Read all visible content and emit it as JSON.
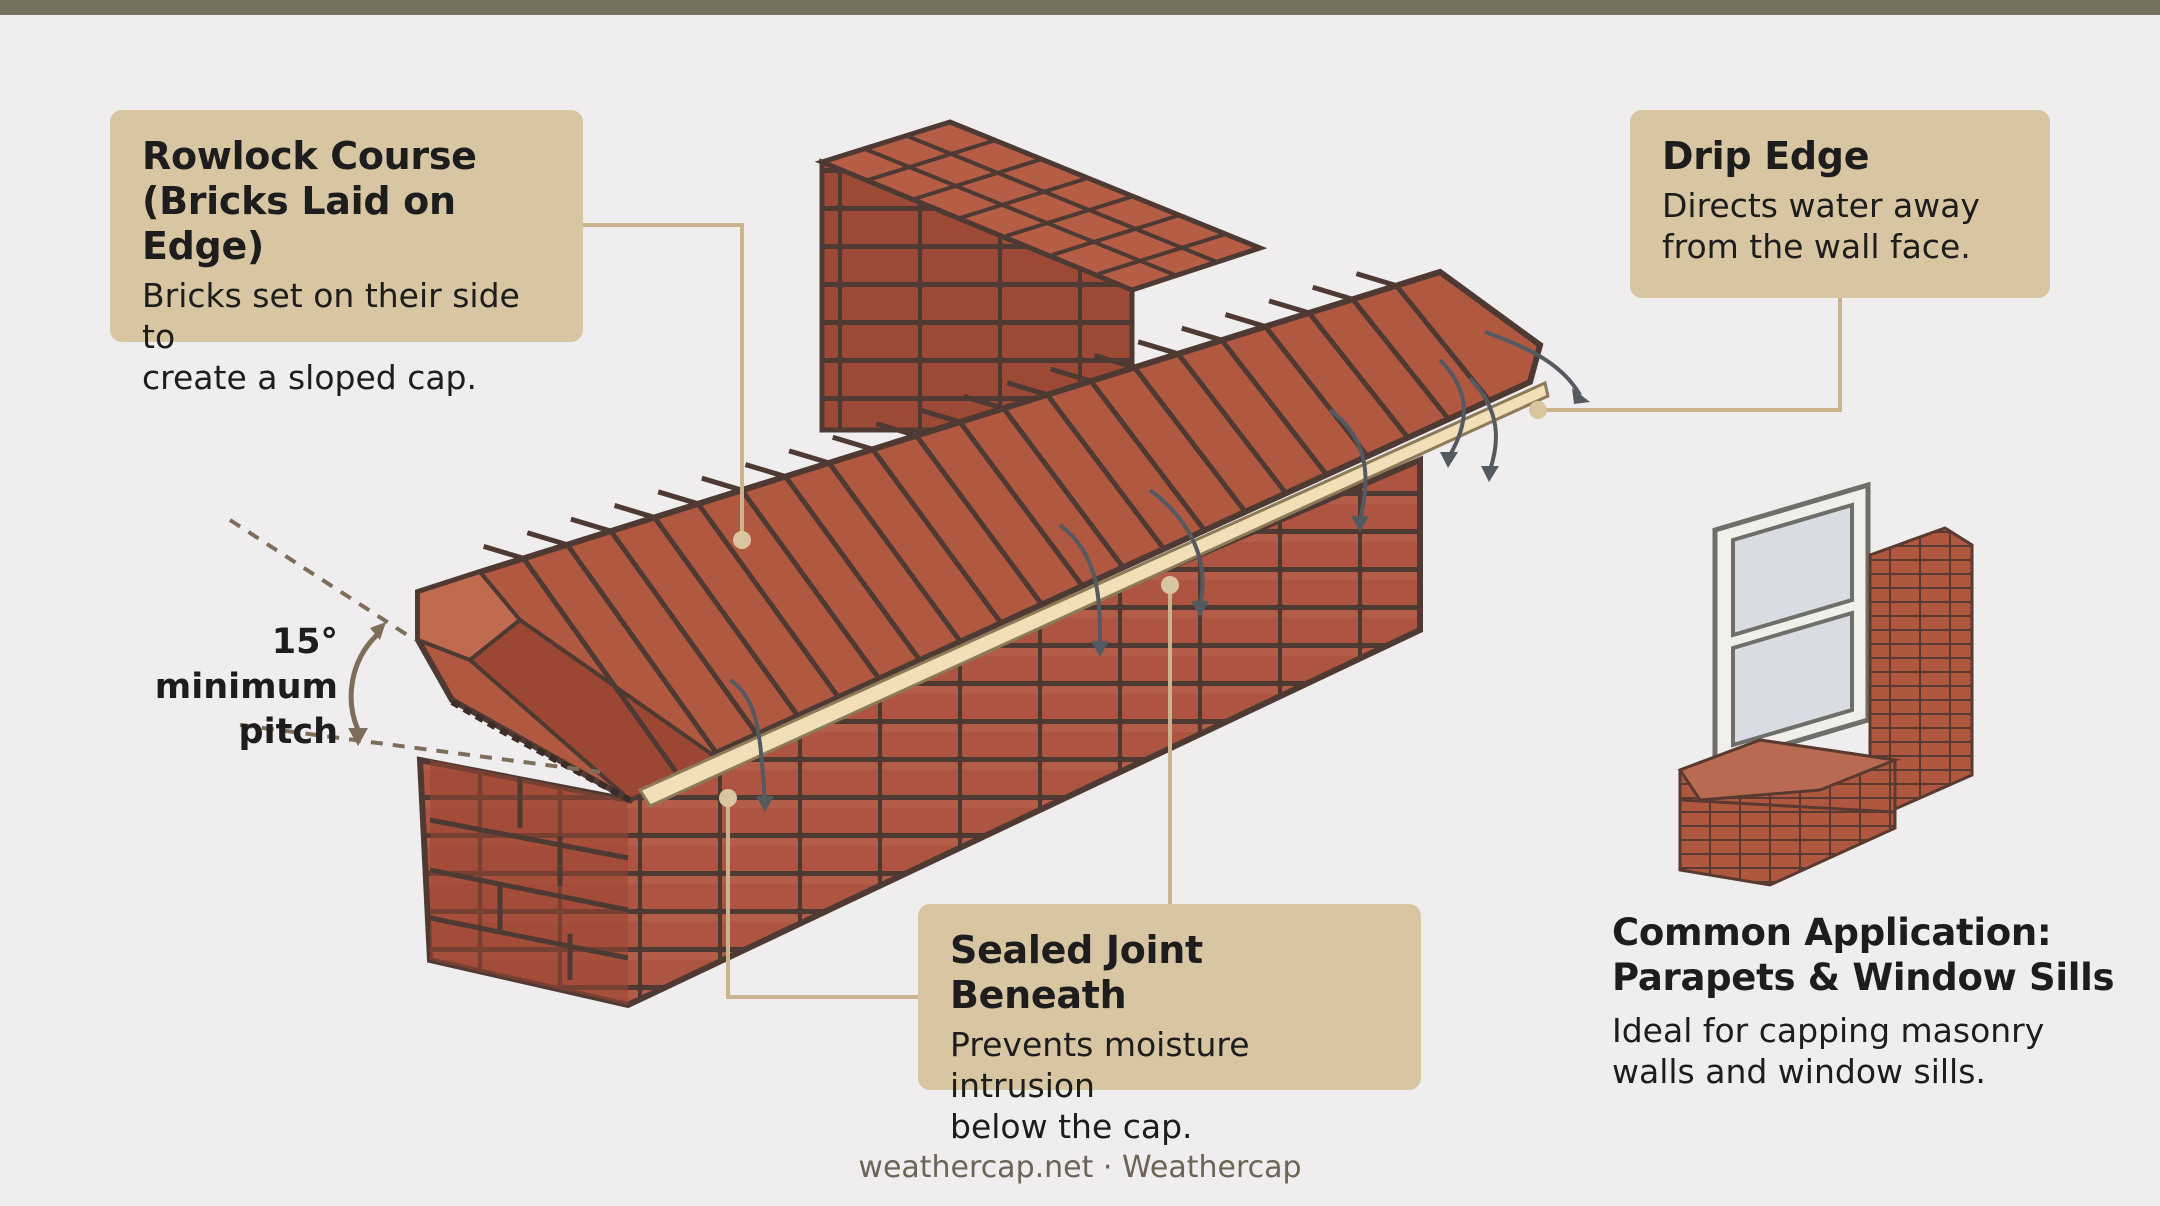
{
  "callouts": {
    "rowlock": {
      "title_line1": "Rowlock Course",
      "title_line2": "(Bricks Laid on Edge)",
      "desc_line1": "Bricks set on their side to",
      "desc_line2": "create a sloped cap."
    },
    "drip_edge": {
      "title": "Drip Edge",
      "desc_line1": "Directs water away",
      "desc_line2": "from the wall face."
    },
    "sealed_joint": {
      "title": "Sealed Joint Beneath",
      "desc_line1": "Prevents moisture intrusion",
      "desc_line2": "below the cap."
    }
  },
  "pitch": {
    "line1": "15° minimum",
    "line2": "pitch"
  },
  "application": {
    "title_line1": "Common Application:",
    "title_line2": "Parapets & Window Sills",
    "desc_line1": "Ideal for capping masonry",
    "desc_line2": "walls and window sills."
  },
  "footer": {
    "text": "weathercap.net · Weathercap"
  },
  "colors": {
    "background": "#efedee",
    "top_bar": "#77705f",
    "callout_fill": "#d8c6a2",
    "leader_line": "#c9b48e",
    "brick": "#a9503a",
    "brick_dark": "#8a3c2b",
    "mortar": "#4e3a33",
    "drip_edge": "#f2dfb8",
    "water_arrow": "#555a60"
  },
  "icons": [
    "water-flow-arrow-icon",
    "pitch-arc-arrow-icon",
    "window-icon"
  ]
}
